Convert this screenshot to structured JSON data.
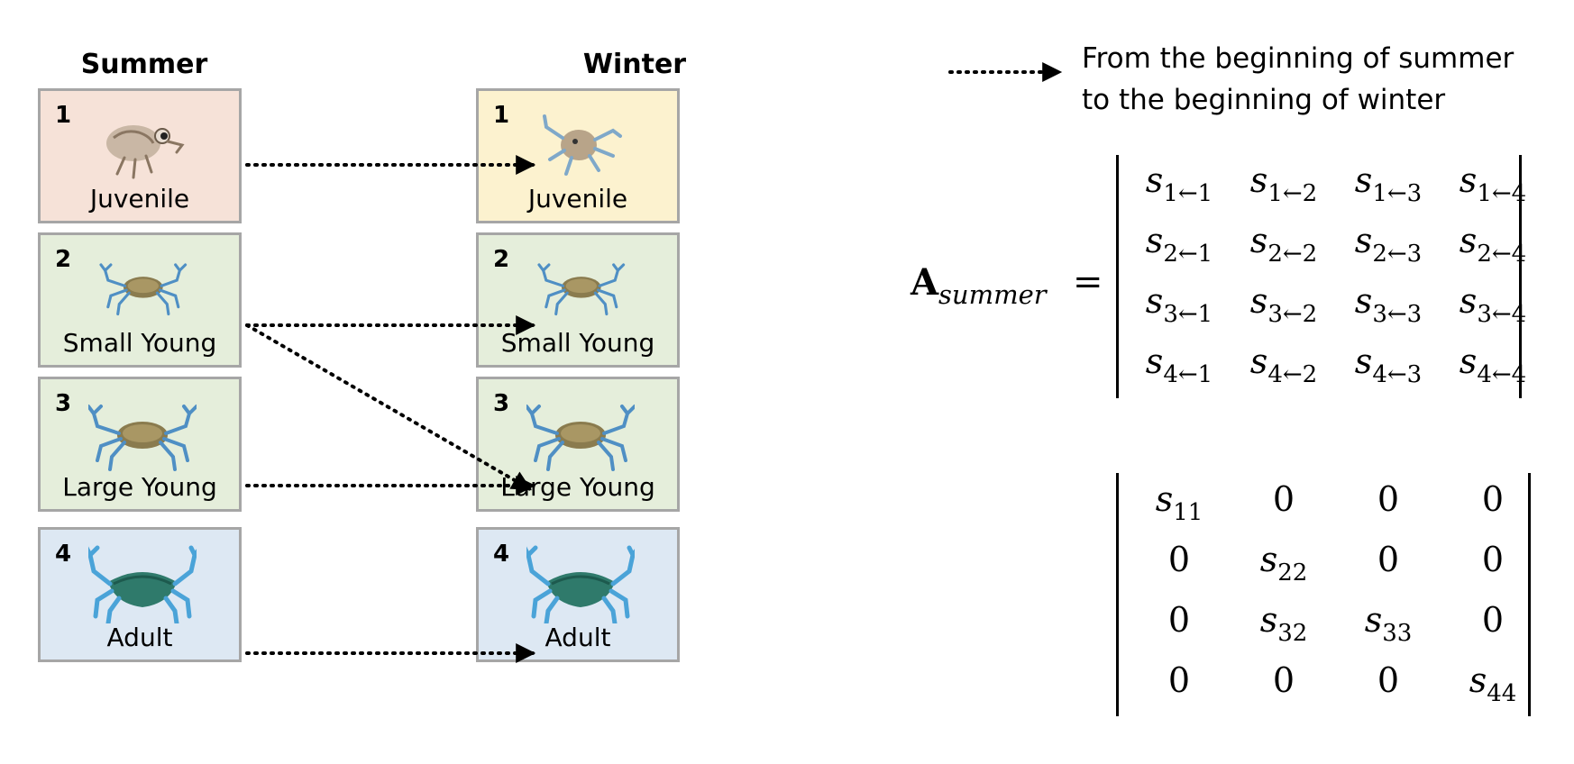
{
  "columns": {
    "summer": "Summer",
    "winter": "Winter"
  },
  "summer_stages": [
    {
      "num": "1",
      "label": "Juvenile"
    },
    {
      "num": "2",
      "label": "Small Young"
    },
    {
      "num": "3",
      "label": "Large Young"
    },
    {
      "num": "4",
      "label": "Adult"
    }
  ],
  "winter_stages": [
    {
      "num": "1",
      "label": "Juvenile"
    },
    {
      "num": "2",
      "label": "Small Young"
    },
    {
      "num": "3",
      "label": "Large Young"
    },
    {
      "num": "4",
      "label": "Adult"
    }
  ],
  "transitions": [
    {
      "from": "1",
      "to": "1"
    },
    {
      "from": "2",
      "to": "2"
    },
    {
      "from": "2",
      "to": "3"
    },
    {
      "from": "3",
      "to": "3"
    },
    {
      "from": "4",
      "to": "4"
    }
  ],
  "legend": {
    "line1": "From the beginning of summer",
    "line2": "to the beginning of winter"
  },
  "equation": {
    "symbol": "A",
    "subscript": "summer",
    "equals": "="
  },
  "matrix_general": [
    [
      "1←1",
      "1←2",
      "1←3",
      "1←4"
    ],
    [
      "2←1",
      "2←2",
      "2←3",
      "2←4"
    ],
    [
      "3←1",
      "3←2",
      "3←3",
      "3←4"
    ],
    [
      "4←1",
      "4←2",
      "4←3",
      "4←4"
    ]
  ],
  "matrix_specific": [
    [
      "s11",
      "0",
      "0",
      "0"
    ],
    [
      "0",
      "s22",
      "0",
      "0"
    ],
    [
      "0",
      "s32",
      "s33",
      "0"
    ],
    [
      "0",
      "0",
      "0",
      "s44"
    ]
  ],
  "icons": {
    "juvenile_summer": "larva-icon",
    "juvenile_winter": "small-crab-icon",
    "young": "blue-crab-icon",
    "adult": "adult-crab-icon"
  },
  "colors": {
    "juvenile_summer": "#f6e2d8",
    "juvenile_winter": "#fcf2cf",
    "young": "#e5eedb",
    "adult": "#dde8f3",
    "border": "#a6a6a6"
  }
}
